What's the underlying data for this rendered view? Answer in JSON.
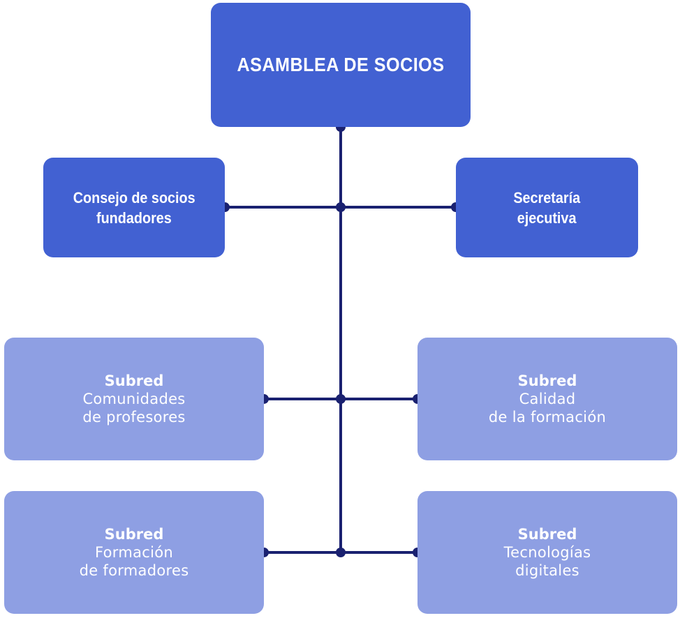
{
  "colors": {
    "top_box": "#4261d2",
    "subred_box": "#8e9fe3",
    "connector": "#1a2170",
    "text": "#ffffff"
  },
  "assembly": {
    "label": "ASAMBLEA DE SOCIOS"
  },
  "council": {
    "line1": "Consejo de socios",
    "line2": "fundadores"
  },
  "secretariat": {
    "line1": "Secretaría",
    "line2": "ejecutiva"
  },
  "subnets": [
    {
      "heading": "Subred",
      "line1": "Comunidades",
      "line2": "de profesores"
    },
    {
      "heading": "Subred",
      "line1": "Calidad",
      "line2": "de la formación"
    },
    {
      "heading": "Subred",
      "line1": "Formación",
      "line2": "de formadores"
    },
    {
      "heading": "Subred",
      "line1": "Tecnologías",
      "line2": "digitales"
    }
  ]
}
